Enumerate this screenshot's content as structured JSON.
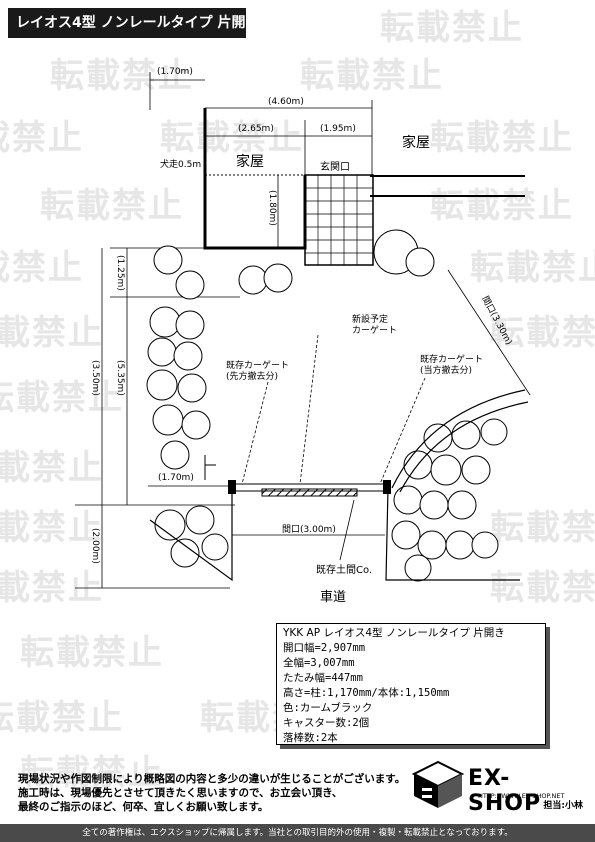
{
  "header": {
    "title": "レイオス4型 ノンレールタイプ 片開き"
  },
  "watermark": {
    "text": "転載禁止"
  },
  "plan": {
    "house_label_left": "家屋",
    "house_label_right": "家屋",
    "entrance_label": "玄関口",
    "pillar_label": "犬走0.5m",
    "dim_170_top": "(1.70m)",
    "dim_460": "(4.60m)",
    "dim_265": "(2.65m)",
    "dim_195": "(1.95m)",
    "dim_180": "(1.80m)",
    "dim_125": "(1.25m)",
    "dim_350": "(3.50m)",
    "dim_535": "(5.35m)",
    "dim_170_mid": "(1.70m)",
    "dim_200": "(2.00m)",
    "opening_right": "間口(3.30m)",
    "opening_bottom": "間口(3.00m)",
    "new_gate_l1": "新設予定",
    "new_gate_l2": "カーゲート",
    "existing_left_l1": "既存カーゲート",
    "existing_left_l2": "(先方撤去分)",
    "existing_right_l1": "既存カーゲート",
    "existing_right_l2": "(当方撤去分)",
    "drain_label": "既存土間Co.",
    "road_label": "車道"
  },
  "spec": {
    "title": "YKK AP  レイオス4型 ノンレールタイプ 片開き",
    "lines": [
      "開口幅=2,907mm",
      "全幅=3,007mm",
      "たたみ幅=447mm",
      "高さ=柱:1,170mm/本体:1,150mm",
      "色:カームブラック",
      "キャスター数:2個",
      "落棒数:2本"
    ]
  },
  "notes": {
    "line1": "現場状況や作図制限により概略図の内容と多少の違いが生じることがございます。",
    "line2": "施工時は、現場優先とさせて頂きたく思いますので、お立会い頂き、",
    "line3": "最終のご指示のほど、何卒、宜しくお願い致します。"
  },
  "logo": {
    "name": "EX-SHOP",
    "url": "HTTP://WWW.EX-SHOP.NET"
  },
  "charge": "担当:小林",
  "footer": "全ての著作権は、エクスショップに帰属します。当社との取引目的外の使用・複製・転載禁止となっております。"
}
